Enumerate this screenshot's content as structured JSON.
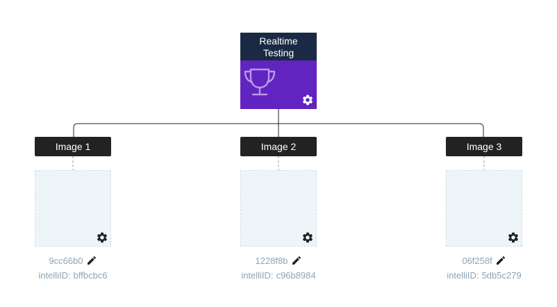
{
  "root": {
    "title": "Realtime Testing",
    "accent_color": "#6124c1",
    "header_color": "#1b2a44",
    "icon": "trophy-icon"
  },
  "children": [
    {
      "label": "Image 1",
      "hash": "9cc66b0",
      "intelli_prefix": "intelliID:",
      "intelli_id": "bffbcbc6"
    },
    {
      "label": "Image 2",
      "hash": "1228f8b",
      "intelli_prefix": "intelliID:",
      "intelli_id": "c96b8984"
    },
    {
      "label": "Image 3",
      "hash": "06f258f",
      "intelli_prefix": "intelliID:",
      "intelli_id": "5db5c279"
    }
  ],
  "colors": {
    "label_bg": "#222222",
    "placeholder_bg": "#eef5f9",
    "muted_text": "#8ea4b4"
  }
}
